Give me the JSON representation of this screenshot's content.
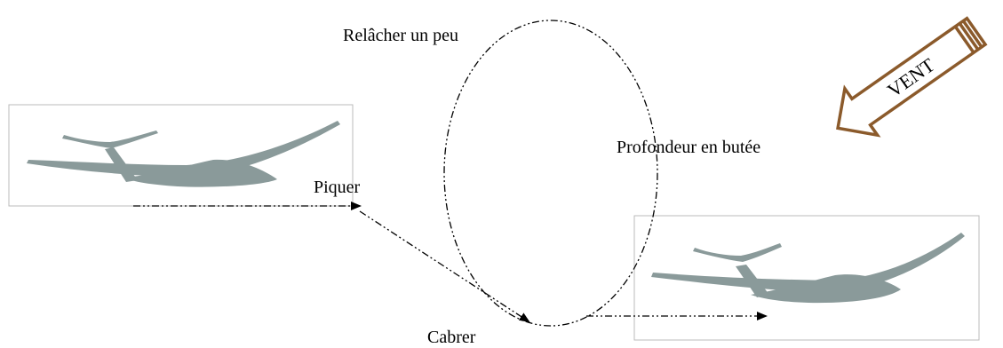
{
  "labels": {
    "relacher": "Relâcher un peu",
    "profondeur": "Profondeur en butée",
    "piquer": "Piquer",
    "cabrer": "Cabrer"
  },
  "wind": {
    "label": "VENT",
    "color": "#8b5a2b"
  },
  "colors": {
    "glider": "#8a9a9a",
    "frame": "#bbbbbb",
    "path": "#000000"
  },
  "icons": {
    "glider": "glider-silhouette",
    "wind": "wind-arrow-icon"
  }
}
